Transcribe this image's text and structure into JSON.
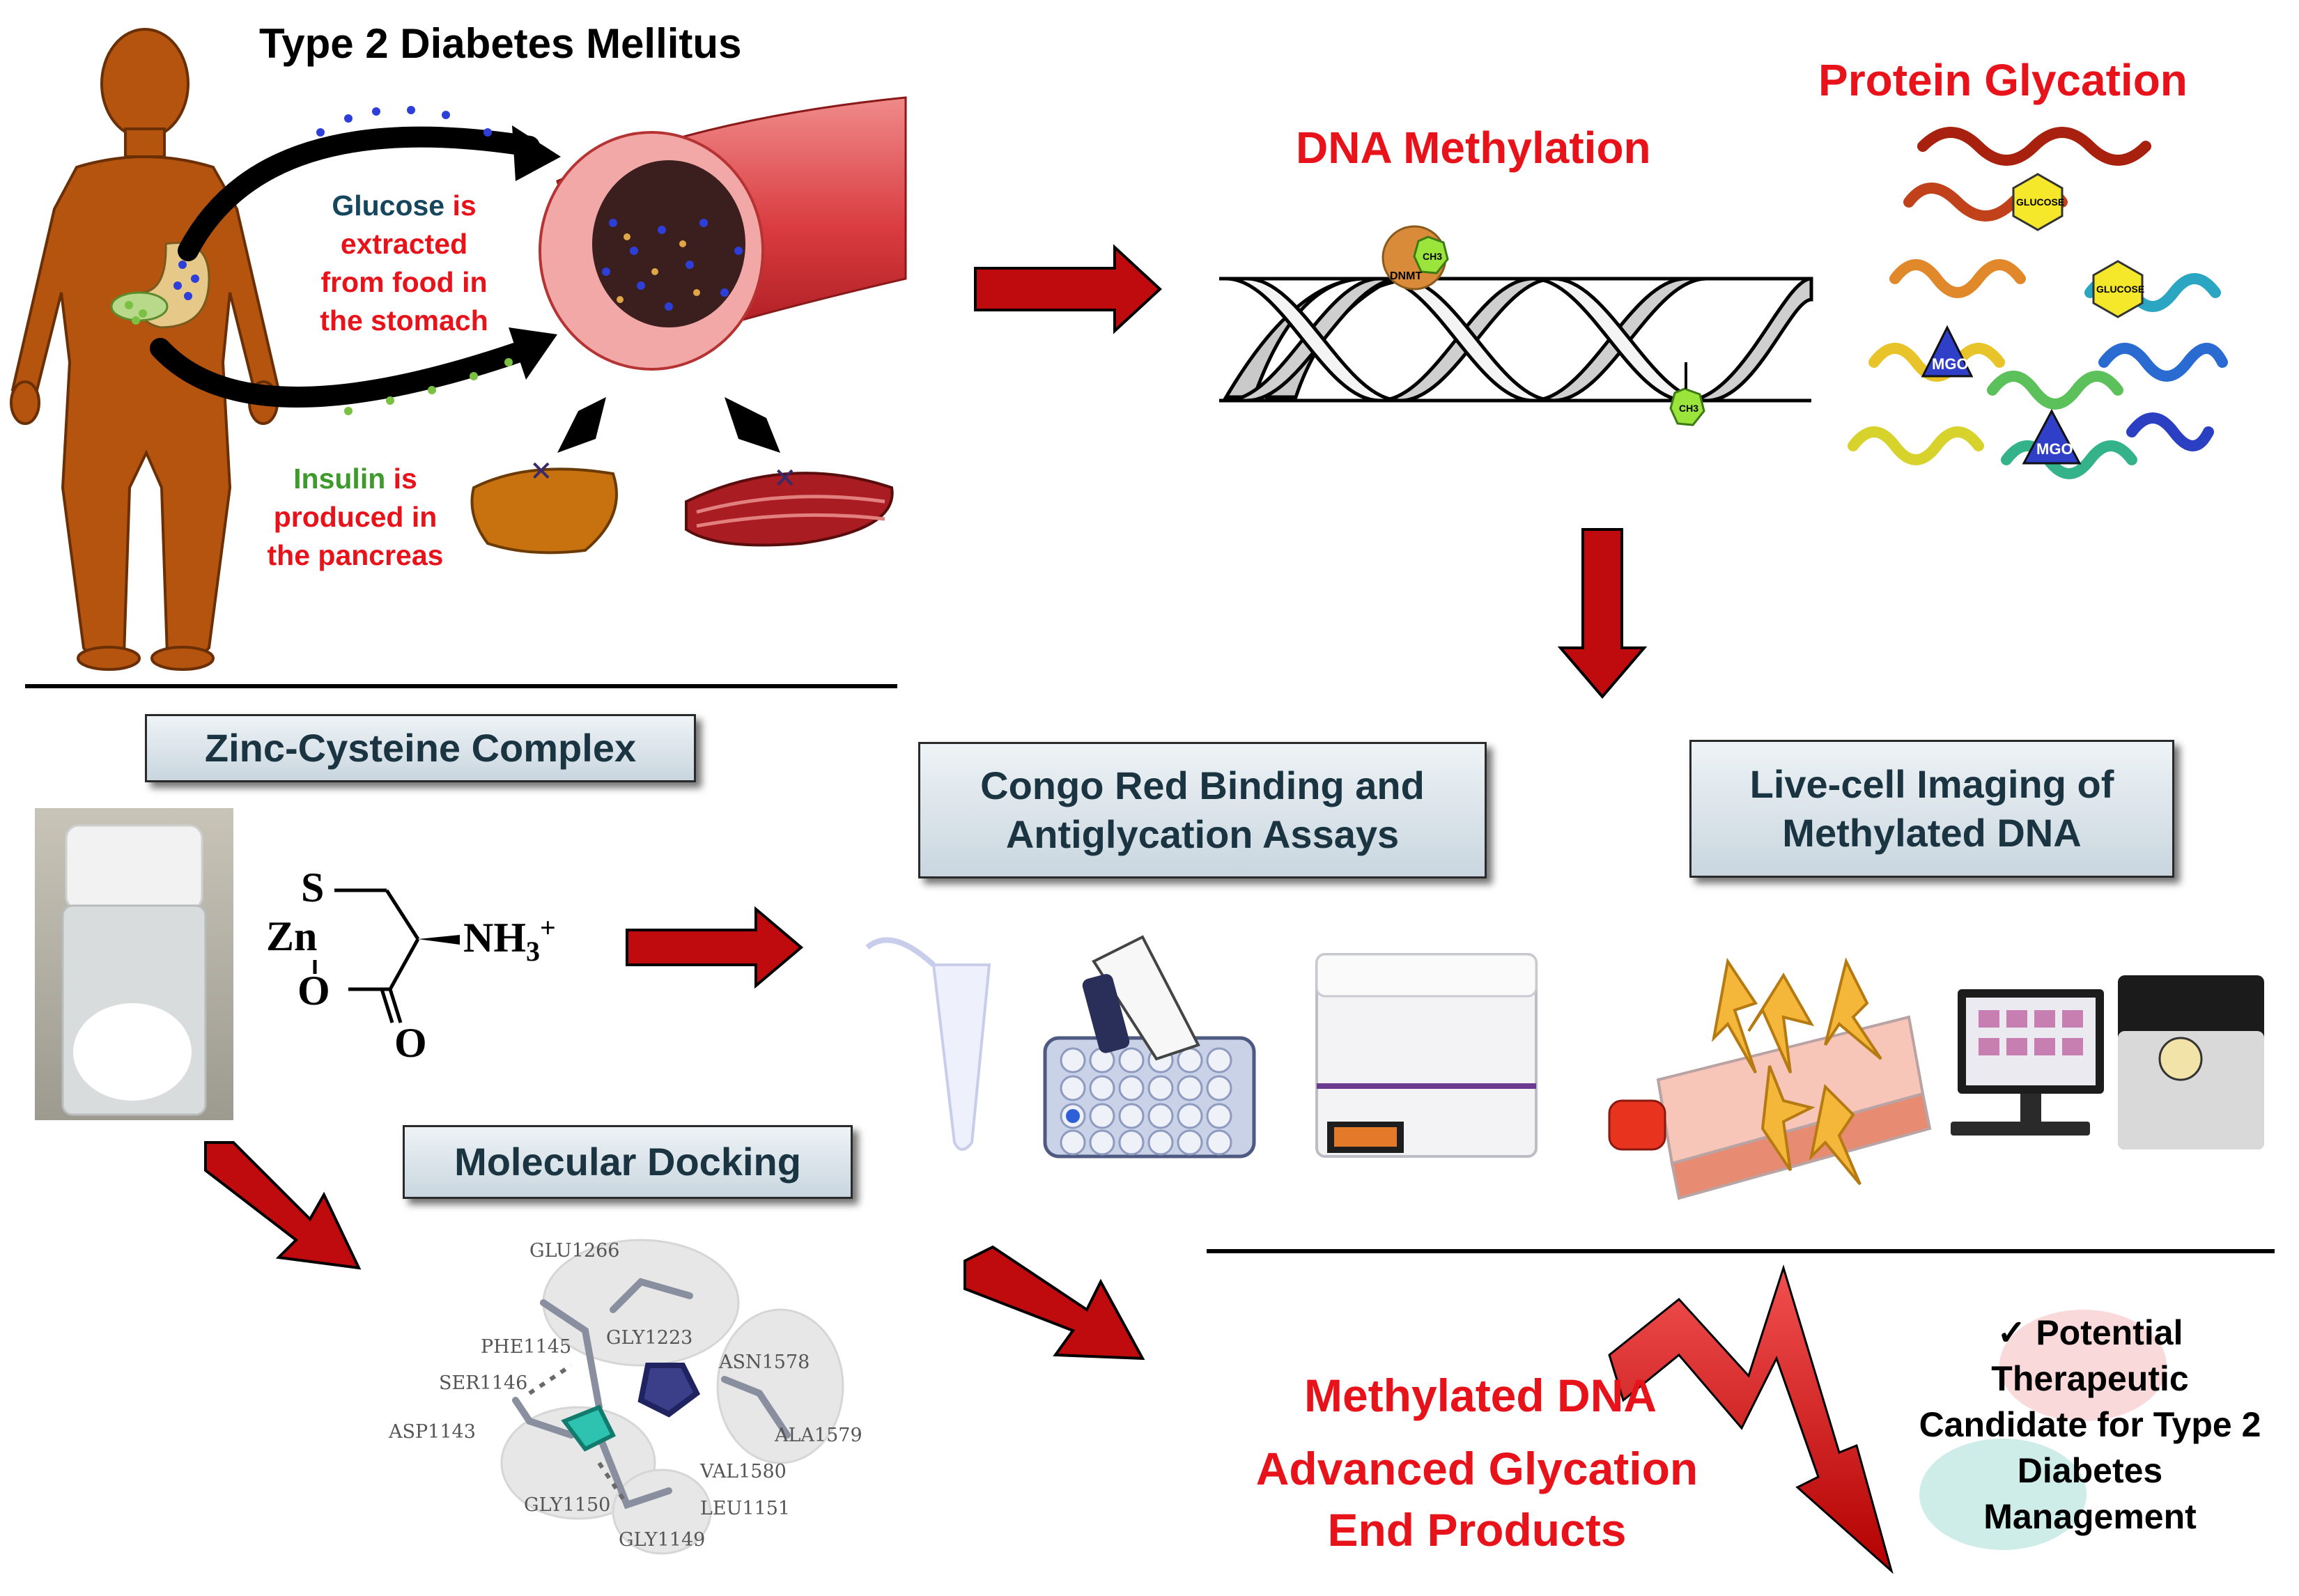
{
  "title": "Type 2 Diabetes Mellitus",
  "glucose": {
    "word": "Glucose",
    "is": " is",
    "rest": [
      "extracted",
      "from food in",
      "the stomach"
    ]
  },
  "insulin": {
    "word": "Insulin",
    "is": " is",
    "rest": [
      "produced in",
      "the pancreas"
    ]
  },
  "dna_methylation": {
    "title": "DNA Methylation",
    "dnmt": "DNMT",
    "ch3": "CH3"
  },
  "protein_glycation": {
    "title": "Protein Glycation",
    "glucose_tag": "GLUCOSE",
    "mgo_tag": "MGO"
  },
  "zinc_box": "Zinc-Cysteine Complex",
  "structure": {
    "s": "S",
    "zn": "Zn",
    "o1": "O",
    "o2": "O",
    "nh": "NH",
    "sub": "3",
    "sup": "+"
  },
  "congo_box": [
    "Congo Red Binding and",
    "Antiglycation Assays"
  ],
  "live_box": [
    "Live-cell Imaging of",
    "Methylated DNA"
  ],
  "docking_box": "Molecular Docking",
  "residues": [
    "GLU1266",
    "PHE1145",
    "GLY1223",
    "SER1146",
    "ASN1578",
    "ASP1143",
    "ALA1579",
    "VAL1580",
    "GLY1150",
    "LEU1151",
    "GLY1149"
  ],
  "outcome": [
    "Methylated DNA",
    "Advanced Glycation",
    "End Products"
  ],
  "conclusion": {
    "check": "✓",
    "lines": [
      "Potential",
      "Therapeutic",
      "Candidate for Type 2",
      "Diabetes",
      "Management"
    ]
  },
  "colors": {
    "red_text": "#e8131a",
    "navy_text": "#16465e",
    "green_text": "#3e9a2b",
    "arrow_red": "#c00b0e",
    "box_text": "#1b3442"
  }
}
